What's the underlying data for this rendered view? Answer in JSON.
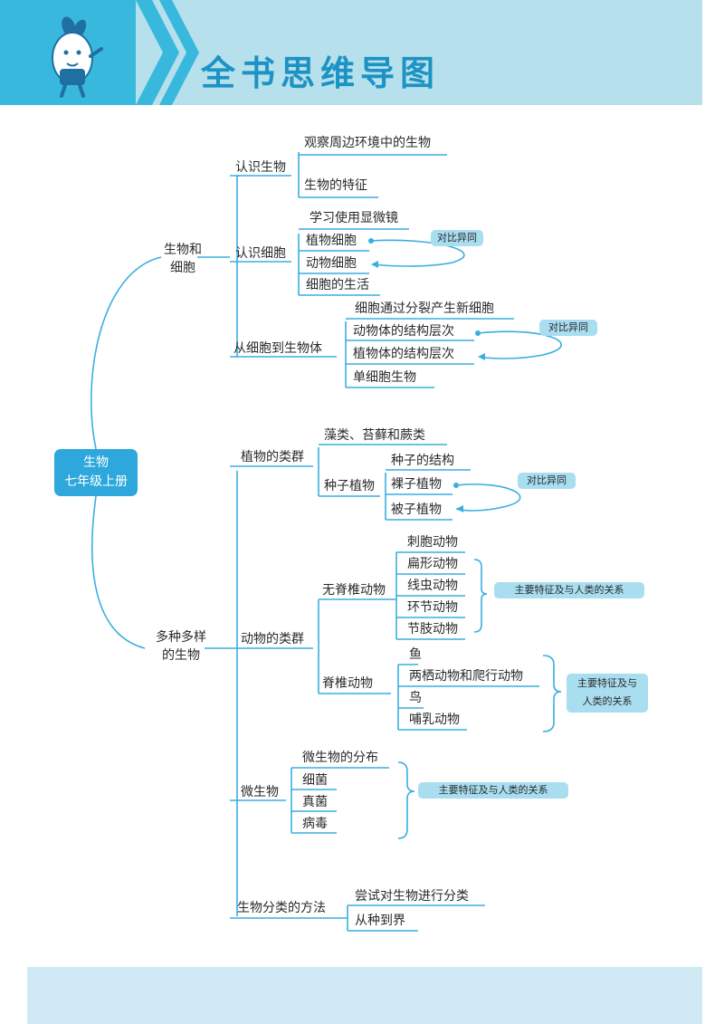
{
  "header": {
    "title": "全书思维导图",
    "mascot": "mascot-cartoon-icon"
  },
  "colors": {
    "accent": "#1c93c4",
    "line": "#3aaee0",
    "bubble": "#a9ddf0",
    "header_band": "#b5e0ec"
  },
  "root": {
    "line1": "生物",
    "line2": "七年级上册"
  },
  "branch1": {
    "line1": "生物和",
    "line2": "细胞",
    "renshi": {
      "label": "认识生物",
      "items": [
        "观察周边环境中的生物",
        "生物的特征"
      ]
    },
    "xibao": {
      "label": "认识细胞",
      "items": [
        "学习使用显微镜",
        "植物细胞",
        "动物细胞",
        "细胞的生活"
      ],
      "compare": "对比异同"
    },
    "dao": {
      "label": "从细胞到生物体",
      "items": [
        "细胞通过分裂产生新细胞",
        "动物体的结构层次",
        "植物体的结构层次",
        "单细胞生物"
      ],
      "compare": "对比异同"
    }
  },
  "branch2": {
    "line1": "多种多样",
    "line2": "的生物",
    "plants": {
      "label": "植物的类群",
      "algae": "藻类、苔藓和蕨类",
      "seed": {
        "label": "种子植物",
        "items": [
          "种子的结构",
          "裸子植物",
          "被子植物"
        ],
        "compare": "对比异同"
      }
    },
    "animals": {
      "label": "动物的类群",
      "invert": {
        "label": "无脊椎动物",
        "items": [
          "刺胞动物",
          "扁形动物",
          "线虫动物",
          "环节动物",
          "节肢动物"
        ],
        "note": "主要特征及与人类的关系"
      },
      "vert": {
        "label": "脊椎动物",
        "items": [
          "鱼",
          "两栖动物和爬行动物",
          "鸟",
          "哺乳动物"
        ],
        "note1": "主要特征及与",
        "note2": "人类的关系"
      }
    },
    "micro": {
      "label": "微生物",
      "items": [
        "微生物的分布",
        "细菌",
        "真菌",
        "病毒"
      ],
      "note": "主要特征及与人类的关系"
    },
    "classify": {
      "label": "生物分类的方法",
      "items": [
        "尝试对生物进行分类",
        "从种到界"
      ]
    }
  }
}
